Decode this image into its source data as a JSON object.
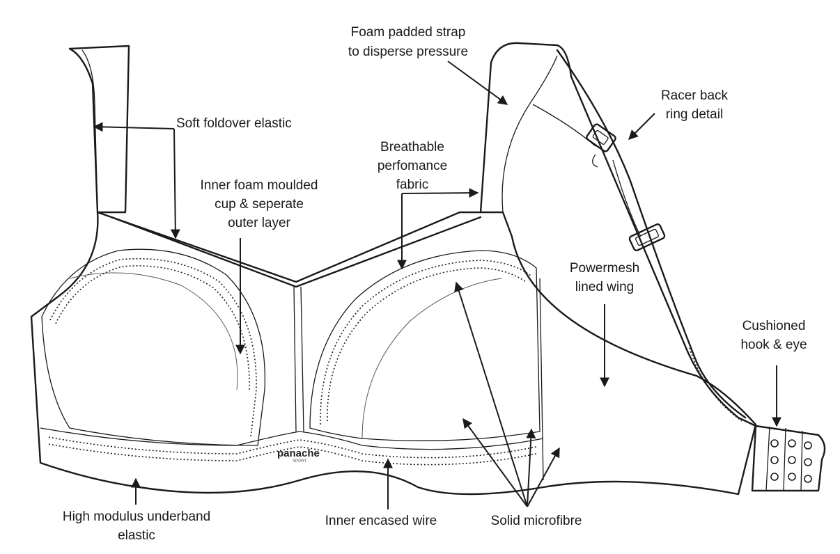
{
  "labels": {
    "strap_l1": "Foam padded strap",
    "strap_l2": "to disperse pressure",
    "racer_l1": "Racer back",
    "racer_l2": "ring detail",
    "foldover": "Soft foldover elastic",
    "breath_l1": "Breathable",
    "breath_l2": "perfomance",
    "breath_l3": "fabric",
    "foam_l1": "Inner foam moulded",
    "foam_l2": "cup & seperate",
    "foam_l3": "outer layer",
    "powermesh_l1": "Powermesh",
    "powermesh_l2": "lined wing",
    "hook_l1": "Cushioned",
    "hook_l2": "hook & eye",
    "underband_l1": "High modulus underband",
    "underband_l2": "elastic",
    "wire": "Inner encased wire",
    "microfibre": "Solid microfibre"
  },
  "brand": {
    "name": "panache",
    "sub": "SPORT"
  }
}
